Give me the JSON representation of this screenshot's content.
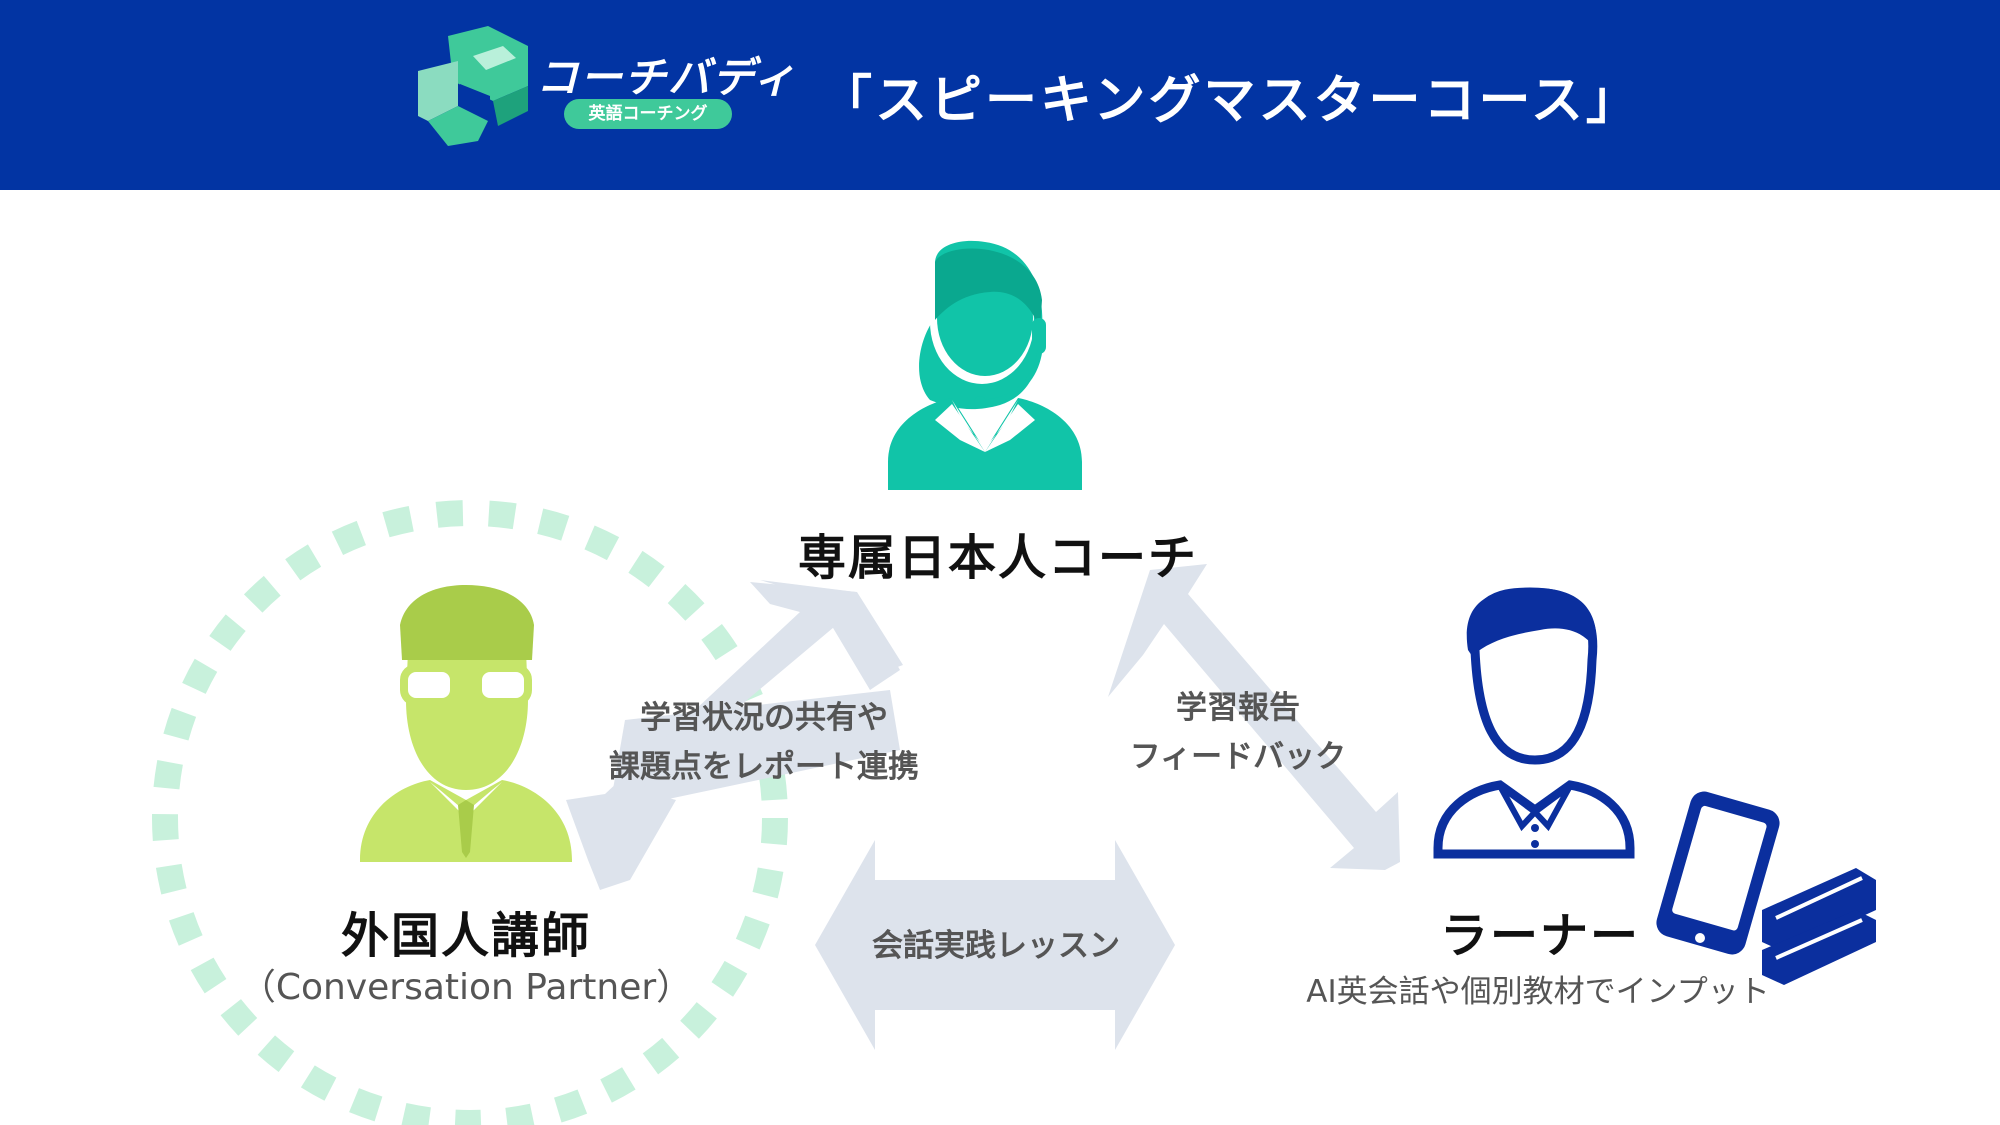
{
  "header": {
    "brand_name": "コーチバディ",
    "brand_sub": "英語コーチング",
    "course_title": "「スピーキングマスターコース」"
  },
  "colors": {
    "header_bg": "#0234a3",
    "coach": "#11c4a8",
    "partner": "#c6e56a",
    "learner": "#0b2f9e",
    "arrow": "#dde3ec",
    "dashed_ring": "#c8f1dc"
  },
  "coach": {
    "icon": "female-coach-headset-icon",
    "title": "専属日本人コーチ"
  },
  "partner": {
    "icon": "male-teacher-glasses-icon",
    "title": "外国人講師",
    "subtitle": "（Conversation Partner）"
  },
  "learner": {
    "icon": "male-learner-icon",
    "device_icons": [
      "smartphone-icon",
      "books-icon"
    ],
    "title": "ラーナー",
    "subtitle": "AI英会話や個別教材でインプット"
  },
  "arrows": {
    "coach_partner": [
      "学習状況の共有や",
      "課題点をレポート連携"
    ],
    "coach_learner": [
      "学習報告",
      "フィードバック"
    ],
    "partner_learner": "会話実践レッスン"
  }
}
